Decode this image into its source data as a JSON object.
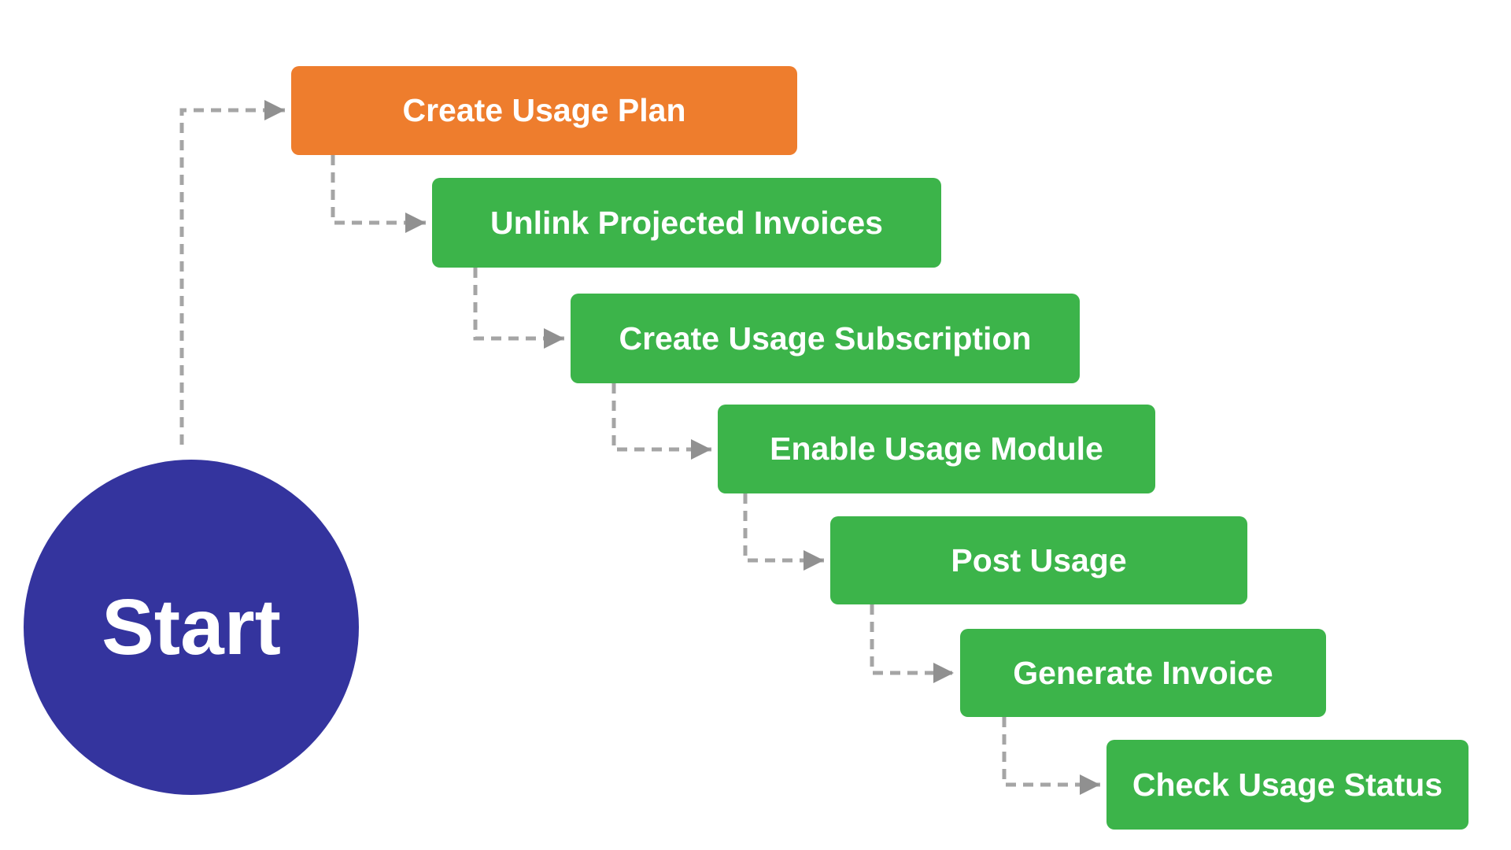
{
  "colors": {
    "start_fill": "#34349E",
    "first_step_fill": "#EE7D2D",
    "step_fill": "#3CB44A",
    "connector": "#A5A5A5",
    "arrowhead": "#909090",
    "label_text": "#FFFFFF",
    "background": "#FFFFFF"
  },
  "start": {
    "label": "Start"
  },
  "steps": [
    {
      "label": "Create Usage Plan"
    },
    {
      "label": "Unlink Projected Invoices"
    },
    {
      "label": "Create Usage Subscription"
    },
    {
      "label": "Enable Usage Module"
    },
    {
      "label": "Post Usage"
    },
    {
      "label": "Generate Invoice"
    },
    {
      "label": "Check Usage Status"
    }
  ]
}
